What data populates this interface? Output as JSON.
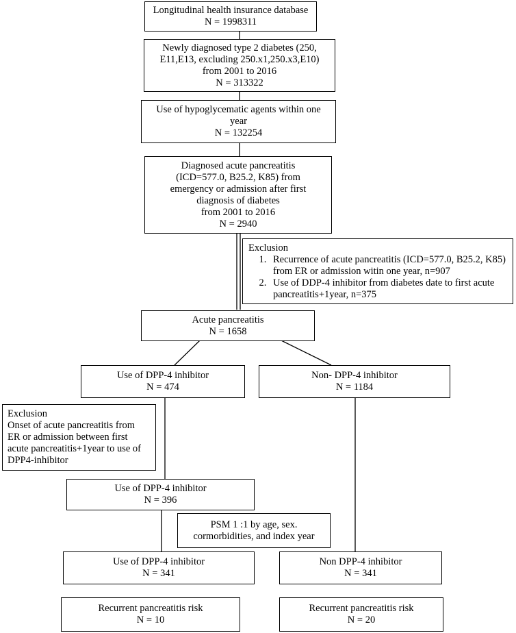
{
  "boxes": {
    "database": {
      "line1": "Longitudinal health insurance database",
      "line2": "N = 1998311"
    },
    "newly_diagnosed": {
      "line1": "Newly diagnosed type 2 diabetes (250,",
      "line2": "E11,E13, excluding 250.x1,250.x3,E10)",
      "line3": "from 2001 to 2016",
      "line4": "N = 313322"
    },
    "hypoglycematic": {
      "line1": "Use of hypoglycematic agents within one",
      "line2": "year",
      "line3": "N = 132254"
    },
    "acute_diagnosed": {
      "line1": "Diagnosed acute pancreatitis",
      "line2": "(ICD=577.0, B25.2, K85) from",
      "line3": "emergency or admission after first",
      "line4": "diagnosis of diabetes",
      "line5": "from 2001 to 2016",
      "line6": "N = 2940"
    },
    "exclusion1": {
      "title": "Exclusion",
      "items": [
        "Recurrence of acute pancreatitis (ICD=577.0, B25.2, K85) from ER or admission witin one year, n=907",
        "Use of DDP-4 inhibitor from diabetes date to first acute pancreatitis+1year, n=375"
      ]
    },
    "acute": {
      "line1": "Acute pancreatitis",
      "line2": "N = 1658"
    },
    "dpp_use_1": {
      "line1": "Use of DPP-4 inhibitor",
      "line2": "N = 474"
    },
    "non_dpp_1": {
      "line1": "Non- DPP-4 inhibitor",
      "line2": "N = 1184"
    },
    "exclusion2": {
      "title": "Exclusion",
      "line1": "Onset of acute pancreatitis from",
      "line2": "ER or admission between first",
      "line3": "acute pancreatitis+1year to use of",
      "line4": "DPP4-inhibitor"
    },
    "dpp_use_2": {
      "line1": "Use of DPP-4 inhibitor",
      "line2": "N = 396"
    },
    "psm": {
      "line1": "PSM 1 :1 by age, sex.",
      "line2": "cormorbidities, and index year"
    },
    "dpp_use_3": {
      "line1": "Use of DPP-4 inhibitor",
      "line2": "N = 341"
    },
    "non_dpp_2": {
      "line1": "Non DPP-4 inhibitor",
      "line2": "N = 341"
    },
    "risk_dpp": {
      "line1": "Recurrent pancreatitis risk",
      "line2": "N = 10"
    },
    "risk_non": {
      "line1": "Recurrent pancreatitis risk",
      "line2": "N = 20"
    }
  }
}
